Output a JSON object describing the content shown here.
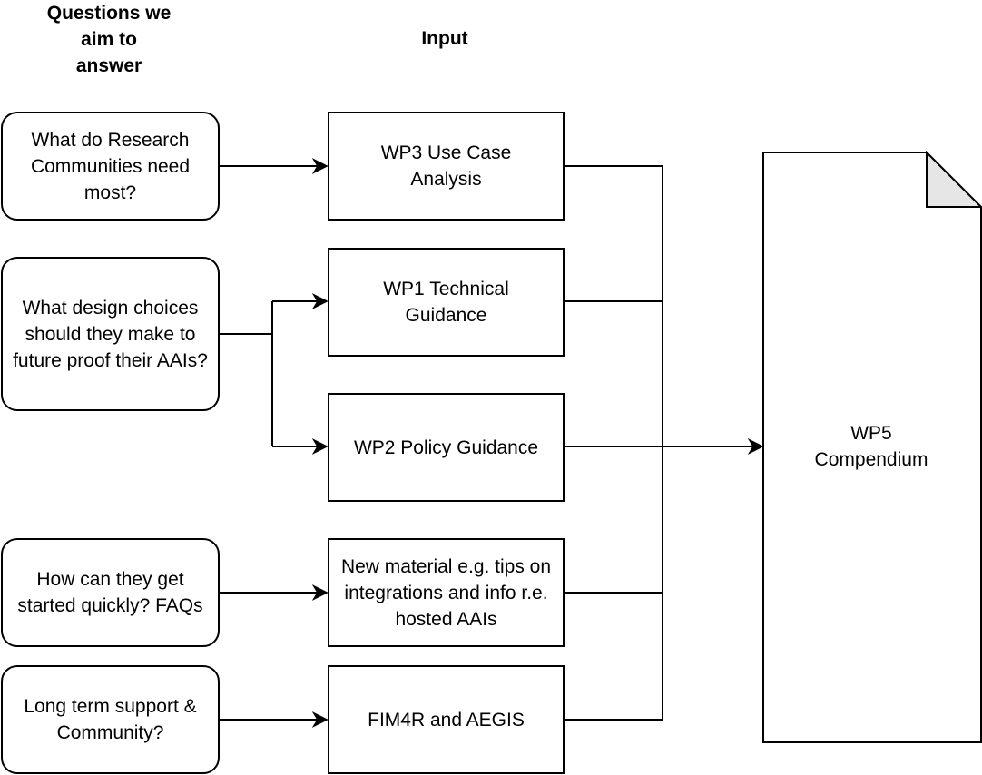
{
  "headers": {
    "questions": "Questions we aim to answer",
    "input": "Input"
  },
  "questions": [
    {
      "text": "What do Research Communities need most?"
    },
    {
      "text": "What design choices should they make to future proof their AAIs?"
    },
    {
      "text": "How can they get started quickly? FAQs"
    },
    {
      "text": "Long term support & Community?"
    }
  ],
  "inputs": [
    {
      "text": "WP3 Use Case Analysis"
    },
    {
      "text": "WP1 Technical Guidance"
    },
    {
      "text": "WP2 Policy Guidance"
    },
    {
      "text": "New material e.g. tips on integrations and info r.e. hosted AAIs"
    },
    {
      "text": "FIM4R and AEGIS"
    }
  ],
  "output": {
    "text": "WP5 Compendium",
    "shape": "document-icon"
  }
}
